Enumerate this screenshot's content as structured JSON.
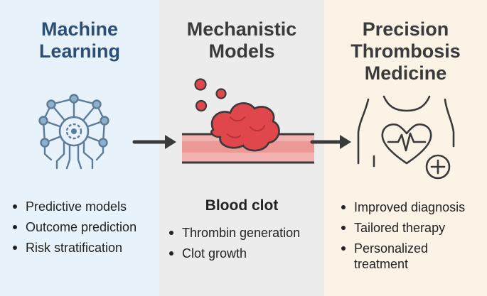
{
  "panels": {
    "ml": {
      "title_line1": "Machine",
      "title_line2": "Learning",
      "bullets": [
        "Predictive models",
        "Outcome prediction",
        "Risk stratification"
      ],
      "icon": "neural-network-chip-icon"
    },
    "mech": {
      "title_line1": "Mechanistic",
      "title_line2": "Models",
      "subhead": "Blood clot",
      "bullets": [
        "Thrombin generation",
        "Clot growth"
      ],
      "icon": "blood-clot-icon"
    },
    "prec": {
      "title_line1": "Precision",
      "title_line2": "Thrombosis",
      "title_line3": "Medicine",
      "bullets": [
        "Improved diagnosis",
        "Tailored therapy",
        "Personalized treatment"
      ],
      "icon": "patient-heart-plus-icon"
    }
  },
  "colors": {
    "ml_bg": "#e7f2fb",
    "mech_bg": "#ececec",
    "prec_bg": "#fbf3e6",
    "ml_title": "#2d4e74",
    "icon_blue": "#5d7c99",
    "clot_red": "#e0474c",
    "vessel_pink": "#f2b2b0",
    "arrow": "#3a3a3a"
  }
}
